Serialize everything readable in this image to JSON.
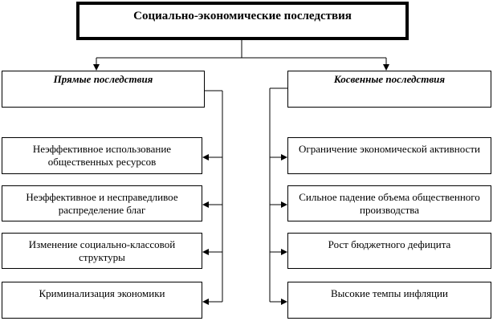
{
  "title": "Социально-экономические последствия",
  "left": {
    "header": "Прямые последствия",
    "items": [
      "Неэффективное использование общественных ресурсов",
      "Неэффективное и несправедливое распределение благ",
      "Изменение социально-классовой структуры",
      "Криминализация экономики"
    ]
  },
  "right": {
    "header": "Косвенные последствия",
    "items": [
      "Ограничение экономической активности",
      "Сильное падение объема общественного производства",
      "Рост бюджетного дефицита",
      "Высокие темпы инфляции"
    ]
  }
}
